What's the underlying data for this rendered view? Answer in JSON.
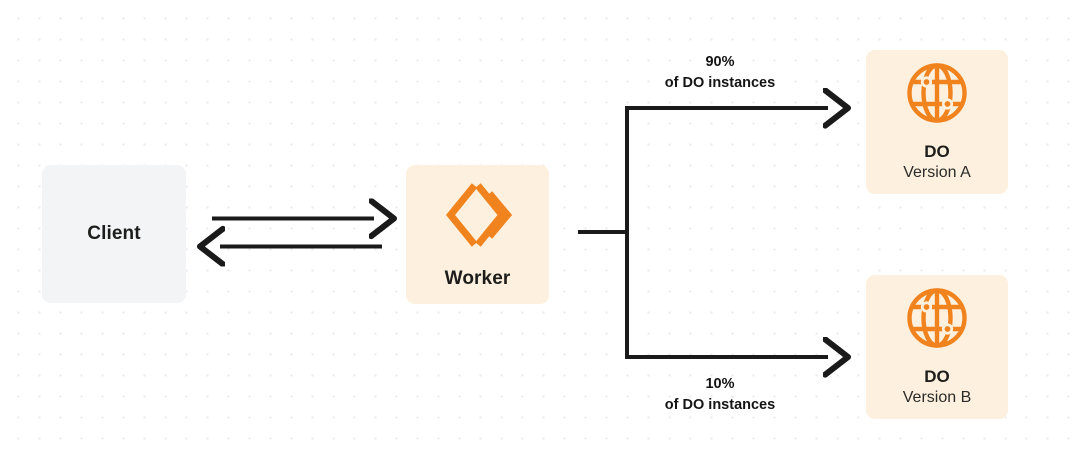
{
  "diagram": {
    "background": {
      "color": "#ffffff",
      "dot_color": "#e9e9ec",
      "pattern": "dot-grid"
    },
    "palette": {
      "orange": "#f6821f",
      "cream": "#fdf0de",
      "gray": "#f3f4f6",
      "ink": "#1d1d1b"
    },
    "nodes": [
      {
        "id": "client",
        "title": "Client",
        "icon": null,
        "fill": "#f3f4f6"
      },
      {
        "id": "worker",
        "title": "Worker",
        "icon": "cloudflare-workers-icon",
        "fill": "#fdf0de"
      },
      {
        "id": "do-a",
        "title": "DO",
        "subtitle": "Version A",
        "icon": "durable-object-globe-icon",
        "fill": "#fdf0de"
      },
      {
        "id": "do-b",
        "title": "DO",
        "subtitle": "Version B",
        "icon": "durable-object-globe-icon",
        "fill": "#fdf0de"
      }
    ],
    "edges": [
      {
        "id": "client-to-worker",
        "from": "client",
        "to": "worker",
        "direction": "right",
        "label": ""
      },
      {
        "id": "worker-to-client",
        "from": "worker",
        "to": "client",
        "direction": "left",
        "label": ""
      },
      {
        "id": "worker-to-do-a",
        "from": "worker",
        "to": "do-a",
        "direction": "right",
        "label_line1": "90%",
        "label_line2": "of DO instances"
      },
      {
        "id": "worker-to-do-b",
        "from": "worker",
        "to": "do-b",
        "direction": "right",
        "label_line1": "10%",
        "label_line2": "of DO instances"
      }
    ]
  }
}
